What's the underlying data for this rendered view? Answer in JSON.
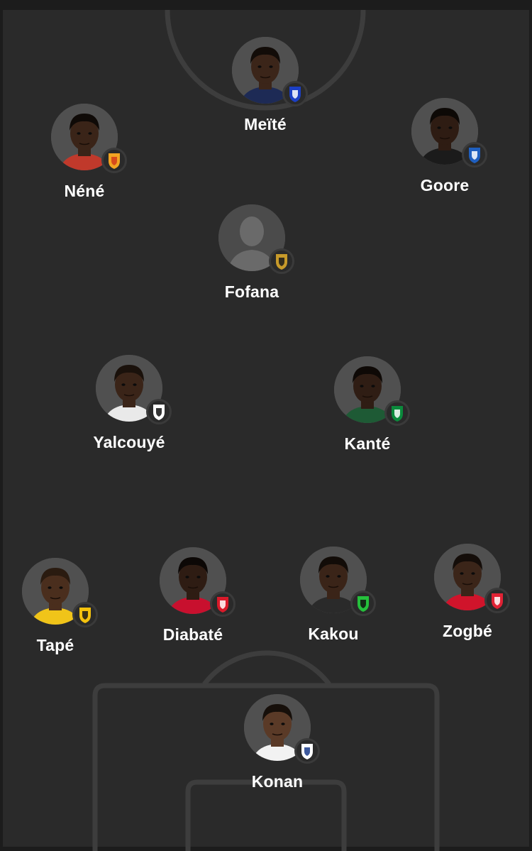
{
  "lineup": {
    "players": [
      {
        "id": "meite",
        "name": "Meïté",
        "skin": "#3b2519",
        "hair": "#120c08",
        "jersey": "#1d2a55",
        "club_icon": "al-hilal-crest-icon",
        "club_colors": [
          "#1c3fc4",
          "#ffffff"
        ]
      },
      {
        "id": "nene",
        "name": "Néné",
        "skin": "#3a2418",
        "hair": "#0f0a07",
        "jersey": "#c0392b",
        "club_icon": "nordsjaelland-crest-icon",
        "club_colors": [
          "#f2a422",
          "#d23b1a"
        ]
      },
      {
        "id": "goore",
        "name": "Goore",
        "skin": "#2e1c13",
        "hair": "#0d0906",
        "jersey": "#1b1b1b",
        "club_icon": "gent-crest-icon",
        "club_colors": [
          "#1f5fbf",
          "#ffffff"
        ]
      },
      {
        "id": "fofana",
        "name": "Fofana",
        "placeholder": true,
        "club_icon": "lorient-crest-icon",
        "club_colors": [
          "#c79a2a",
          "#1a1a1a"
        ]
      },
      {
        "id": "yalcouye",
        "name": "Yalcouyé",
        "skin": "#3a2418",
        "hair": "#1a110b",
        "jersey": "#e9e9e9",
        "club_icon": "swansea-swan-icon",
        "club_colors": [
          "#ffffff",
          "#111111"
        ]
      },
      {
        "id": "kante",
        "name": "Kanté",
        "skin": "#2f1d14",
        "hair": "#0e0906",
        "jersey": "#1e5a35",
        "club_icon": "saint-etienne-crest-icon",
        "club_colors": [
          "#0b8a3c",
          "#ffffff"
        ]
      },
      {
        "id": "tape",
        "name": "Tapé",
        "skin": "#4a2e1d",
        "hair": "#2a1b10",
        "jersey": "#f0c419",
        "club_icon": "bk-hacken-crest-icon",
        "club_colors": [
          "#f4c20d",
          "#1a1a1a"
        ]
      },
      {
        "id": "diabate",
        "name": "Diabaté",
        "skin": "#2e1c13",
        "hair": "#0c0806",
        "jersey": "#c8102e",
        "club_icon": "samsunspor-crest-icon",
        "club_colors": [
          "#d91a2a",
          "#ffffff"
        ]
      },
      {
        "id": "kakou",
        "name": "Kakou",
        "skin": "#3a2418",
        "hair": "#120c08",
        "jersey": "#2a2a2a",
        "club_icon": "club-crest-icon",
        "club_colors": [
          "#25c03c",
          "#111111"
        ]
      },
      {
        "id": "zogbe",
        "name": "Zogbé",
        "skin": "#3b2519",
        "hair": "#140d09",
        "jersey": "#d0142b",
        "club_icon": "brest-crest-icon",
        "club_colors": [
          "#e02234",
          "#ffffff"
        ]
      },
      {
        "id": "konan",
        "name": "Konan",
        "skin": "#5a3a27",
        "hair": "#160f0a",
        "jersey": "#f2f2f2",
        "club_icon": "lyon-crest-icon",
        "club_colors": [
          "#ffffff",
          "#1b3c8c"
        ]
      }
    ]
  }
}
